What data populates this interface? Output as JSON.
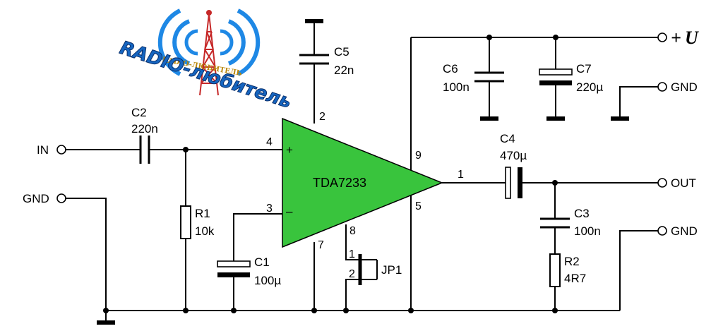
{
  "logo": {
    "text": "RADIO-любитель",
    "small_text": "RADIO-ЛЮБИТЕЛЬ",
    "wave_color": "#1e88e5",
    "tower_color": "#c62828"
  },
  "ic": {
    "label": "TDA7233",
    "fill_color": "#39c43d",
    "pins": {
      "p1": "1",
      "p2": "2",
      "p3": "3",
      "p4": "4",
      "p5": "5",
      "p7": "7",
      "p8": "8",
      "p9": "9"
    },
    "plus_sign": "+",
    "minus_sign": "–"
  },
  "components": {
    "C1": {
      "name": "C1",
      "value": "100µ"
    },
    "C2": {
      "name": "C2",
      "value": "220n"
    },
    "C3": {
      "name": "C3",
      "value": "100n"
    },
    "C4": {
      "name": "C4",
      "value": "470µ"
    },
    "C5": {
      "name": "C5",
      "value": "22n"
    },
    "C6": {
      "name": "C6",
      "value": "100n"
    },
    "C7": {
      "name": "C7",
      "value": "220µ"
    },
    "R1": {
      "name": "R1",
      "value": "10k"
    },
    "R2": {
      "name": "R2",
      "value": "4R7"
    },
    "JP1": {
      "name": "JP1",
      "pin1": "1",
      "pin2": "2"
    }
  },
  "terminals": {
    "in": "IN",
    "gnd_left": "GND",
    "supply_plus": "+",
    "supply_u": "U",
    "gnd_right_top": "GND",
    "out": "OUT",
    "gnd_right_bottom": "GND"
  }
}
